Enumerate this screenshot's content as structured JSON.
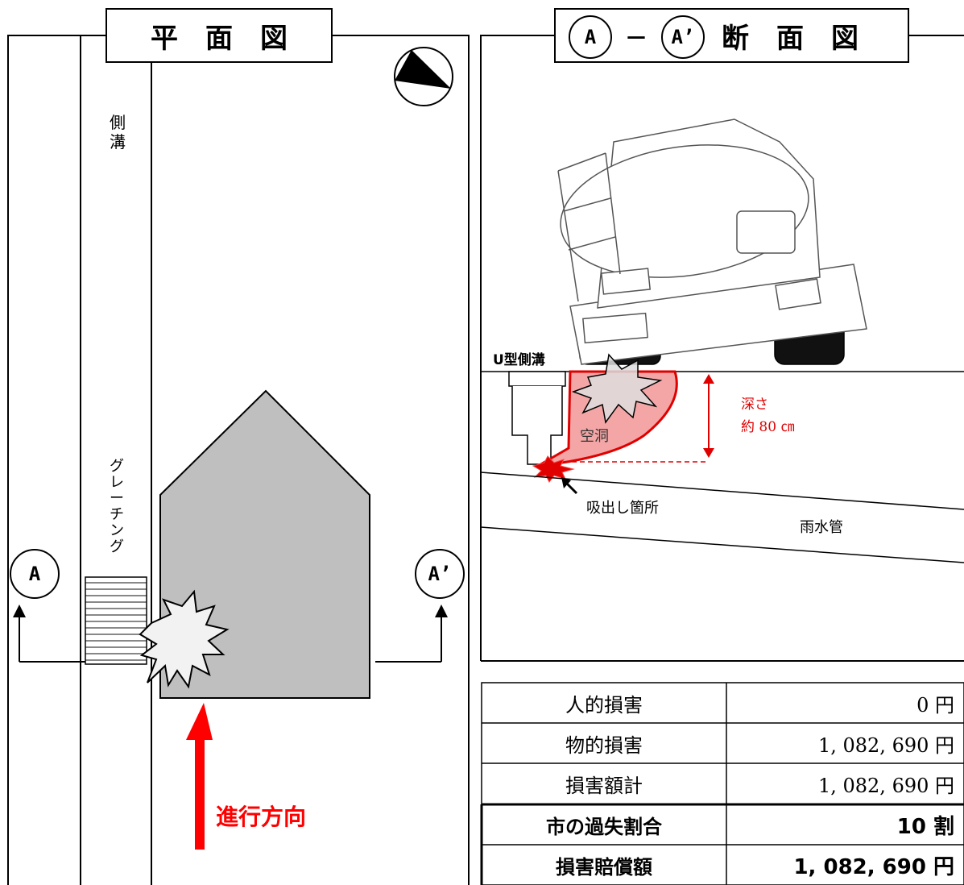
{
  "plan_view": {
    "title": "平　面　図",
    "gutter_label": "側\n溝",
    "grating_label": "グ\nレ\nー\nチ\nン\nグ",
    "marker_left": "A",
    "marker_right": "A’",
    "direction_label": "進行方向"
  },
  "section_view": {
    "title_marker_a": "A",
    "title_dash": "－",
    "title_marker_a2": "A’",
    "title_text": "断　面　図",
    "gutter_label": "U型側溝",
    "cavity_label": "空洞",
    "depth_label_1": "深さ",
    "depth_label_2": "約 80 ㎝",
    "outflow_label": "吸出し箇所",
    "pipe_label": "雨水管"
  },
  "damage_table": {
    "rows": [
      {
        "label": "人的損害",
        "value": "0 円"
      },
      {
        "label": "物的損害",
        "value": "1, 082, 690 円"
      },
      {
        "label": "損害額計",
        "value": "1, 082, 690 円"
      },
      {
        "label": "市の過失割合",
        "value": "10 割"
      },
      {
        "label": "損害賠償額",
        "value": "1, 082, 690 円"
      }
    ]
  },
  "colors": {
    "line": "#000000",
    "road_gray": "#bfbfbf",
    "arrow_red": "#ff0000",
    "cavity_fill": "#f4a6a6",
    "cavity_edge": "#e00000"
  }
}
